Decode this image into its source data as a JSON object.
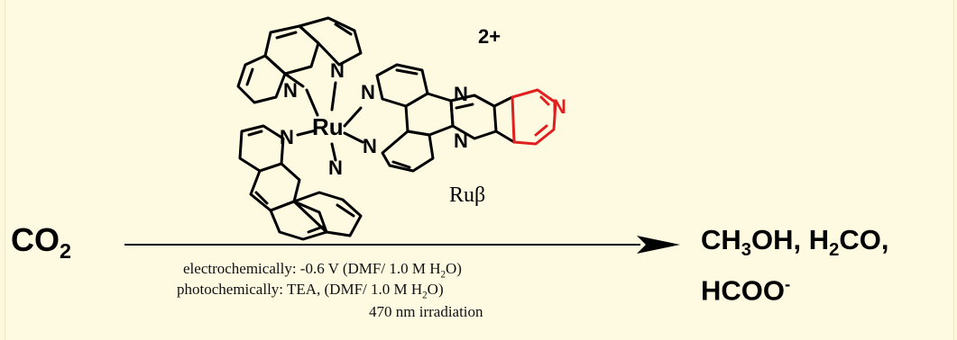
{
  "complex": {
    "name": "Ruβ",
    "charge": "2+",
    "metal": "Ru",
    "atom_N": "N",
    "highlight_color": "#e02020"
  },
  "reaction": {
    "reactant_main": "CO",
    "reactant_sub": "2",
    "products": {
      "line1": {
        "p1_a": "CH",
        "p1_sub": "3",
        "p1_b": "OH, H",
        "p2_sub": "2",
        "p2_b": "CO,"
      },
      "line2": {
        "p3_a": "HCOO",
        "p3_sup": "-"
      }
    },
    "conditions": {
      "electro_a": "electrochemically: -0.6 V  (DMF/ 1.0 M H",
      "electro_sub": "2",
      "electro_b": "O)",
      "photo_a": "photochemically: TEA,  (DMF/ 1.0 M H",
      "photo_sub": "2",
      "photo_b": "O)",
      "irradiation": "470 nm irradiation"
    }
  }
}
